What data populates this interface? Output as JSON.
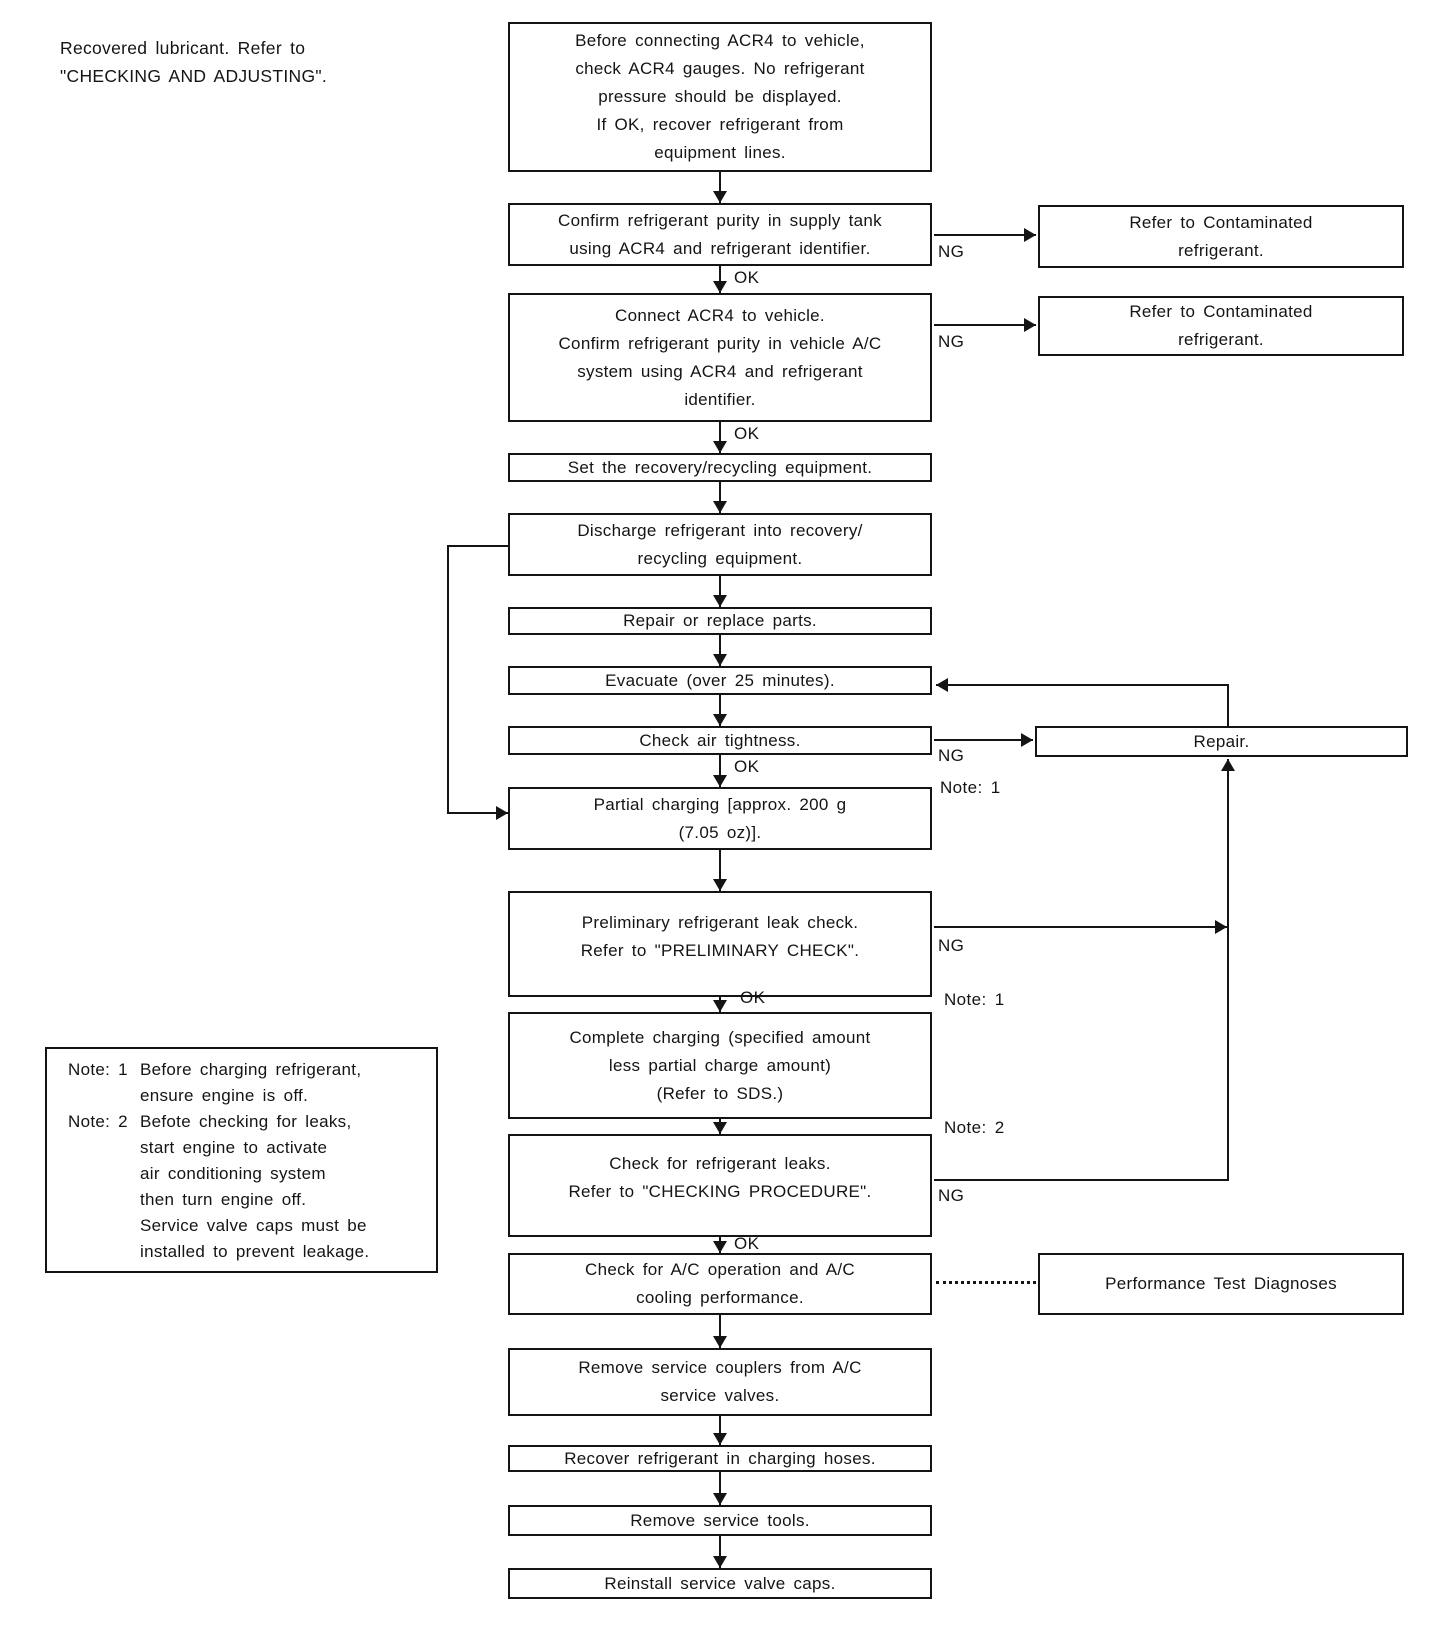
{
  "colors": {
    "ink": "#141414",
    "paper": "#ffffff"
  },
  "intro": {
    "text": "Recovered lubricant. Refer to\n\"CHECKING AND ADJUSTING\"."
  },
  "labels": {
    "ok": "OK",
    "ng": "NG",
    "note1": "Note: 1",
    "note2": "Note: 2"
  },
  "nodes": {
    "check_gauges": {
      "label": "Before connecting ACR4 to vehicle,\ncheck ACR4 gauges. No refrigerant\npressure should be displayed.\nIf OK, recover refrigerant from\nequipment lines."
    },
    "confirm_supply_purity": {
      "label": "Confirm refrigerant purity in supply tank\nusing ACR4 and refrigerant identifier."
    },
    "contaminated_1": {
      "label": "Refer to Contaminated\nrefrigerant."
    },
    "connect_vehicle": {
      "label": "Connect ACR4 to vehicle.\nConfirm refrigerant purity in vehicle A/C\nsystem using ACR4 and refrigerant\nidentifier."
    },
    "contaminated_2": {
      "label": "Refer to Contaminated\nrefrigerant."
    },
    "set_equipment": {
      "label": "Set the recovery/recycling equipment."
    },
    "discharge": {
      "label": "Discharge refrigerant into recovery/\nrecycling equipment."
    },
    "repair_replace": {
      "label": "Repair or replace parts."
    },
    "evacuate": {
      "label": "Evacuate (over 25 minutes)."
    },
    "air_tightness": {
      "label": "Check air tightness."
    },
    "repair": {
      "label": "Repair."
    },
    "partial_charging": {
      "label": "Partial charging [approx. 200 g\n(7.05 oz)]."
    },
    "preliminary_check": {
      "label": "Preliminary refrigerant leak check.\nRefer to \"PRELIMINARY CHECK\"."
    },
    "complete_charging": {
      "label": "Complete charging (specified amount\nless partial charge amount)\n(Refer to SDS.)"
    },
    "leak_check": {
      "label": "Check for refrigerant leaks.\nRefer to \"CHECKING PROCEDURE\"."
    },
    "ac_operation": {
      "label": "Check for A/C operation and A/C\ncooling performance."
    },
    "performance_test": {
      "label": "Performance Test Diagnoses"
    },
    "remove_couplers": {
      "label": "Remove service couplers from A/C\nservice valves."
    },
    "recover_hoses": {
      "label": "Recover refrigerant in charging hoses."
    },
    "remove_tools": {
      "label": "Remove service tools."
    },
    "reinstall_caps": {
      "label": "Reinstall service valve caps."
    }
  },
  "notes": {
    "note1_text": "Before charging refrigerant,\nensure engine is off.",
    "note2_text": "Befote checking for leaks,\nstart engine to activate\nair conditioning system\nthen turn engine off.\nService valve caps must be\ninstalled to prevent leakage."
  }
}
